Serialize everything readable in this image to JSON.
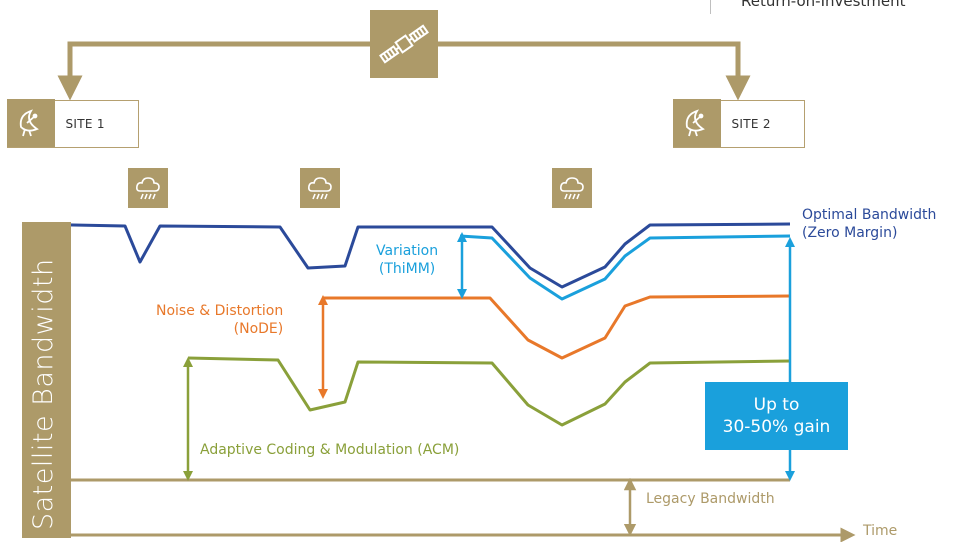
{
  "top_text": "Return-on-Investment",
  "sites": [
    {
      "label": "SITE 1",
      "icon": "satellite-dish-icon"
    },
    {
      "label": "SITE 2",
      "icon": "satellite-dish-icon"
    }
  ],
  "weather_icons": [
    "rain-cloud-icon",
    "rain-cloud-icon",
    "rain-cloud-icon"
  ],
  "satellite_icon": "satellite-icon",
  "y_axis_label": "Satellite Bandwidth",
  "x_axis_label": "Time",
  "labels": {
    "optimal_line1": "Optimal Bandwidth",
    "optimal_line2": "(Zero Margin)",
    "variation_line1": "Variation",
    "variation_line2": "(ThiMM)",
    "noise_line1": "Noise & Distortion",
    "noise_line2": "(NoDE)",
    "acm": "Adaptive Coding & Modulation (ACM)",
    "legacy": "Legacy Bandwidth"
  },
  "gain_box": {
    "line1": "Up to",
    "line2": "30-50% gain"
  },
  "colors": {
    "gold": "#ad9a69",
    "dark_blue": "#2b4a9a",
    "light_blue": "#1aa0dc",
    "orange": "#e8782a",
    "green": "#8aa03a"
  }
}
